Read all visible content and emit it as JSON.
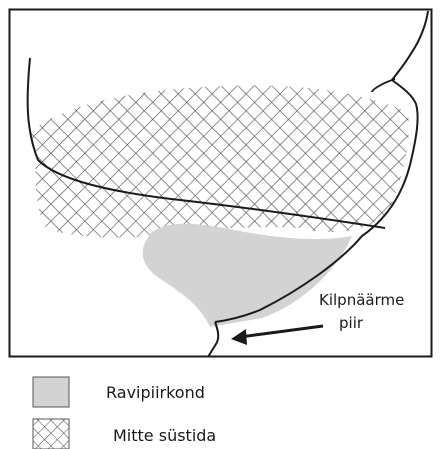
{
  "annotation": {
    "line1": "Kilpnäärme",
    "line2": "piir"
  },
  "legend": {
    "items": [
      {
        "label": "Ravipiirkond",
        "swatch": "solid-gray"
      },
      {
        "label": "Mitte süstida",
        "swatch": "crosshatch"
      }
    ]
  },
  "colors": {
    "treatment_fill": "#d3d3d3",
    "outline": "#1a1a1a",
    "hatch": "#555555"
  }
}
